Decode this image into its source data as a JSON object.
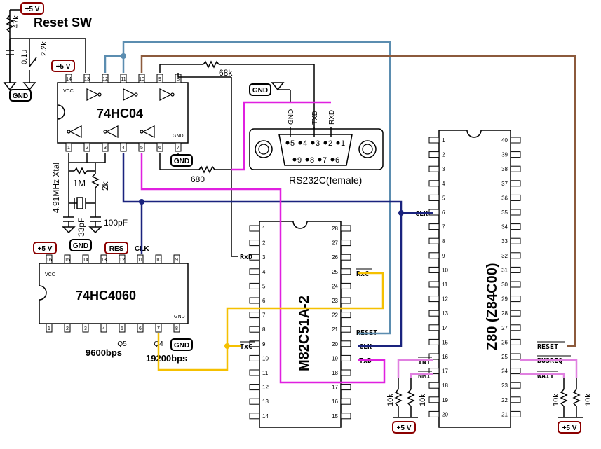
{
  "title": "Reset SW",
  "colors": {
    "blue": "#5b8db0",
    "brown": "#8c5a3c",
    "navy": "#1a237e",
    "magenta": "#e020e0",
    "yellow": "#f5c000",
    "pink": "#e080e0",
    "red_box": "#8b0000"
  },
  "labels": {
    "plus5v": "+5 V",
    "gnd": "GND",
    "res": "RES",
    "clk": "CLK",
    "ic04": "74HC04",
    "ic4060": "74HC4060",
    "vcc": "VCC",
    "r47k": "47k",
    "r22k": "2.2k",
    "c01u": "0.1u",
    "r68k": "68k",
    "r680": "680",
    "r1m": "1M",
    "r2k": "2k",
    "xtal": "4.91MHz Xtal",
    "c33p": "33pF",
    "c100p": "100pF",
    "q5": "Q5",
    "q4": "Q4",
    "baud9600": "9600bps",
    "baud19200": "19200bps",
    "rs232": "RS232C(female)",
    "db9_gnd": "GND",
    "db9_txd": "TXD",
    "db9_rxd": "RXD",
    "uart": "M82C51A-2",
    "uart_rxd": "RxD",
    "uart_rxc": "RxC",
    "uart_txc": "TxC",
    "uart_reset": "RESET",
    "uart_clk": "CLK",
    "uart_txd": "TxD",
    "z80": "Z80 (Z84C00)",
    "z80_clk": "CLK",
    "z80_int": "INT",
    "z80_nmi": "NMI",
    "z80_reset": "RESET",
    "z80_busreq": "BUSREQ",
    "z80_wait": "WAIT",
    "r10k": "10k"
  },
  "ic04_top_pins": [
    "14",
    "13",
    "12",
    "11",
    "10",
    "9",
    "8"
  ],
  "ic04_bottom_pins": [
    "1",
    "2",
    "3",
    "4",
    "5",
    "6",
    "7"
  ],
  "ic4060_top_pins": [
    "16",
    "15",
    "14",
    "13",
    "12",
    "11",
    "10",
    "9"
  ],
  "ic4060_bottom_pins": [
    "1",
    "2",
    "3",
    "4",
    "5",
    "6",
    "7",
    "8"
  ],
  "db9_top_pins": [
    "5",
    "4",
    "3",
    "2",
    "1"
  ],
  "db9_bottom_pins": [
    "9",
    "8",
    "7",
    "6"
  ],
  "uart_left_pins": [
    "1",
    "2",
    "3",
    "4",
    "5",
    "6",
    "7",
    "8",
    "9",
    "10",
    "11",
    "12",
    "13",
    "14"
  ],
  "uart_right_pins": [
    "28",
    "27",
    "26",
    "25",
    "24",
    "23",
    "22",
    "21",
    "20",
    "19",
    "18",
    "17",
    "16",
    "15"
  ],
  "z80_left_pins": [
    "1",
    "2",
    "3",
    "4",
    "5",
    "6",
    "7",
    "8",
    "9",
    "10",
    "11",
    "12",
    "13",
    "14",
    "15",
    "16",
    "17",
    "18",
    "19",
    "20"
  ],
  "z80_right_pins": [
    "40",
    "39",
    "38",
    "37",
    "36",
    "35",
    "34",
    "33",
    "32",
    "31",
    "30",
    "29",
    "28",
    "27",
    "26",
    "25",
    "24",
    "23",
    "22",
    "21"
  ]
}
